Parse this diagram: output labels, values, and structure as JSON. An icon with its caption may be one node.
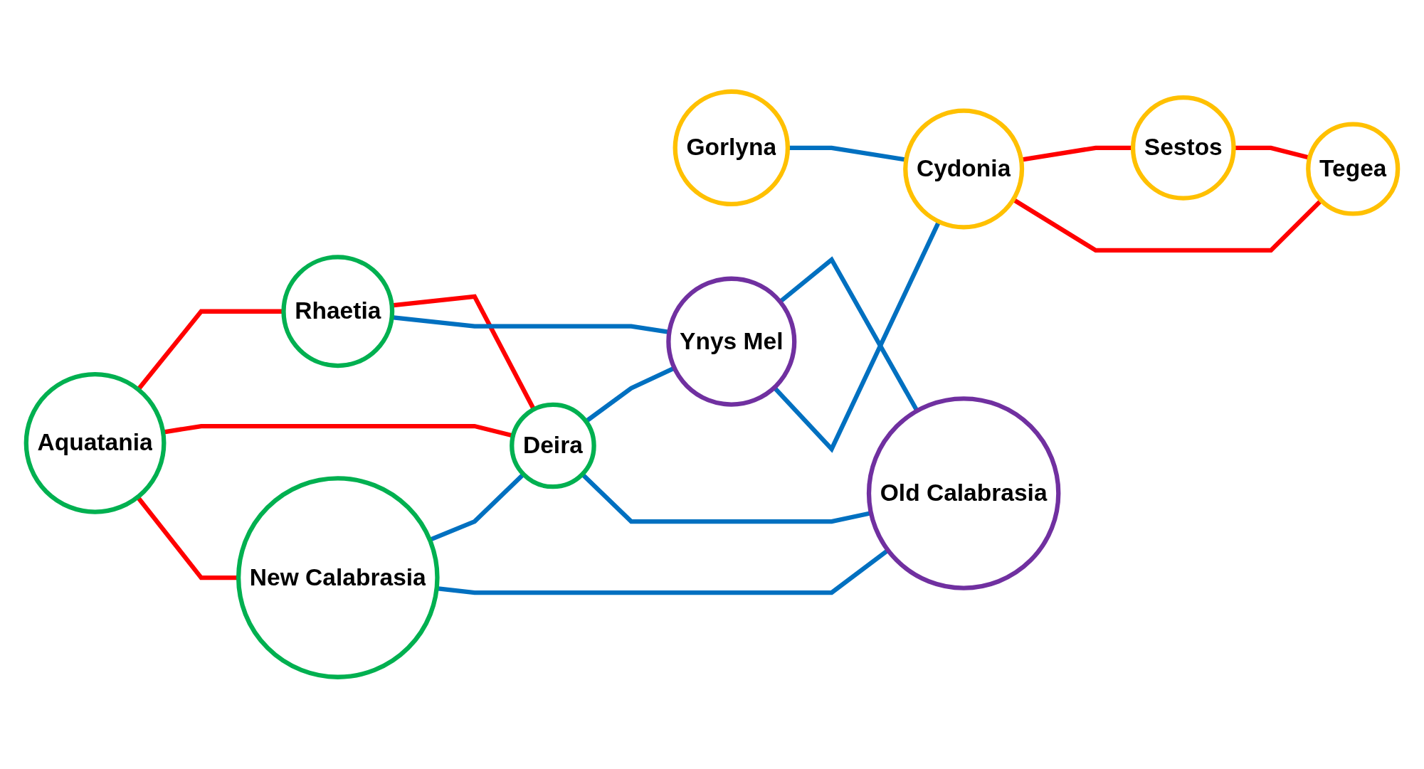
{
  "diagram": {
    "nodes": [
      {
        "text": [
          "Aquatania"
        ]
      },
      {
        "text": [
          "Rhaetia"
        ]
      },
      {
        "text": [
          "Gorlyna"
        ]
      },
      {
        "text": [
          "Deira"
        ]
      },
      {
        "text": [
          "Ynys Mel"
        ]
      },
      {
        "text": [
          "Cydonia"
        ]
      },
      {
        "text": [
          "New Calabrasia"
        ]
      },
      {
        "text": [
          "Sestos"
        ]
      },
      {
        "text": [
          "Tegea"
        ]
      },
      {
        "text": [
          "Old Calabrasia"
        ]
      }
    ],
    "edges": [
      {
        "from": 0,
        "to": 1,
        "arrow": "none",
        "color": "#ff0000"
      },
      {
        "from": 0,
        "to": 3,
        "arrow": "none",
        "color": "#ff0000"
      },
      {
        "from": 1,
        "to": 3,
        "arrow": "none",
        "color": "#ff0000"
      },
      {
        "from": 0,
        "to": 6,
        "arrow": "none",
        "color": "#ff0000"
      },
      {
        "from": 1,
        "to": 4,
        "arrow": "none"
      },
      {
        "from": 3,
        "to": 4,
        "arrow": "none"
      },
      {
        "from": 6,
        "to": 3,
        "arrow": "none"
      },
      {
        "from": 3,
        "to": 9,
        "arrow": "none"
      },
      {
        "from": 6,
        "to": 9,
        "arrow": "none"
      },
      {
        "from": 4,
        "to": 9,
        "arrow": "none"
      },
      {
        "from": 4,
        "to": 5,
        "arrow": "none"
      },
      {
        "from": 2,
        "to": 5,
        "arrow": "none"
      },
      {
        "from": 5,
        "to": 7,
        "arrow": "none",
        "color": "#ff0000"
      },
      {
        "from": 5,
        "to": 8,
        "arrow": "none",
        "color": "#ff0000"
      },
      {
        "from": 7,
        "to": 8,
        "arrow": "none",
        "color": "#ff0000"
      }
    ]
  }
}
